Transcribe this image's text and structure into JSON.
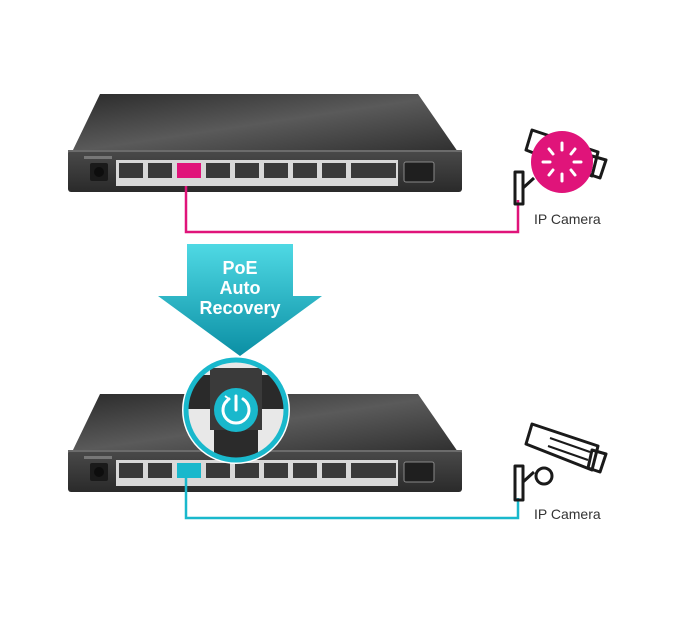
{
  "top": {
    "camera_label": "IP Camera",
    "status": "fault"
  },
  "arrow": {
    "lines": [
      "PoE",
      "Auto",
      "Recovery"
    ]
  },
  "bottom": {
    "camera_label": "IP Camera",
    "status": "recovered"
  },
  "colors": {
    "fault": "#e0147a",
    "recovered": "#19b8cc",
    "switch_body": "#3a3a3a",
    "arrow_top": "#45d3e0",
    "arrow_bottom": "#0e93a8"
  },
  "icons": [
    "power-recovery-icon",
    "camera-icon",
    "loading-spinner-icon"
  ]
}
